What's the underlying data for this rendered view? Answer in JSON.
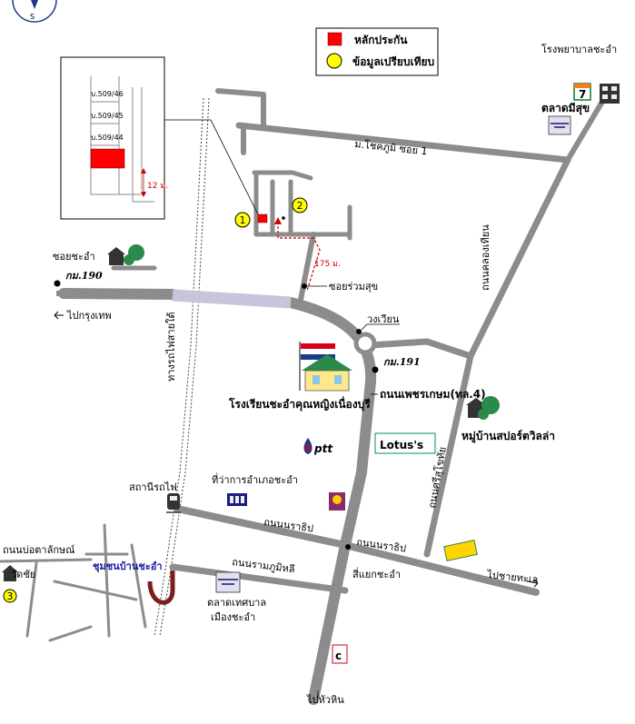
{
  "legend": {
    "collateral": "หลักประกัน",
    "comparison": "ข้อมูลเปรียบเทียบ"
  },
  "inset": {
    "plots": [
      "บ.509/46",
      "บ.509/45",
      "บ.509/44"
    ],
    "width": "12 ม."
  },
  "markers": {
    "m1": "1",
    "m2": "2",
    "m3": "3"
  },
  "distance": "175 ม.",
  "labels": {
    "hospital": "โรงพยาบาลชะอำ",
    "market_mee_suk": "ตลาดมีสุข",
    "soi_chotpupi": "ม.โชคภูมิ ซอย 1",
    "soi_cha_am": "ซอยชะอำ",
    "km190": "กม.190",
    "soi_ruam_suk": "ซอยร่วมสุข",
    "to_bangkok": "ไปกรุงเทพ",
    "roundabout": "วงเวียน",
    "km191": "กม.191",
    "khlong_thian_rd": "ถนนคลองเทียน",
    "petchkasem_rd": "ถนนเพชรเกษม(ทล.4)",
    "railway": "ทางรถไฟสายใต้",
    "school": "โรงเรียนชะอำคุณหญิงเนื่องบุรี",
    "village_sport": "หมู่บ้านสปอร์ตวิลล่า",
    "lotus": "Lotus's",
    "ptt": "ptt",
    "station": "สถานีรถไฟ",
    "district_office": "ที่ว่าการอำเภอชะอำ",
    "narathip_rd_1": "ถนนนราธิป",
    "narathip_rd_2": "ถนนนราธิป",
    "srisukhothai_rd": "ถนนศรีสุโขทัย",
    "to_beach": "ไปชายทะเล",
    "bo_talak_rd": "ถนนบ่อตาลักษณ์",
    "temple": "วัดชัย",
    "community": "ชุมชนบ้านชะอำ",
    "ramkhamhaeng_rd": "ถนนรามภูมิหลี",
    "intersection": "สี่แยกชะอำ",
    "municipal_market_1": "ตลาดเทศบาล",
    "municipal_market_2": "เมืองชะอำ",
    "to_hua_hin": "ไปหัวหิน",
    "seven_eleven": "7",
    "compass_s": "S"
  },
  "colors": {
    "road": "#8c8c8c",
    "highway": "#c9c3dc",
    "collateral": "#ff0000",
    "comparison": "#ffff00",
    "route": "#cc0000"
  }
}
